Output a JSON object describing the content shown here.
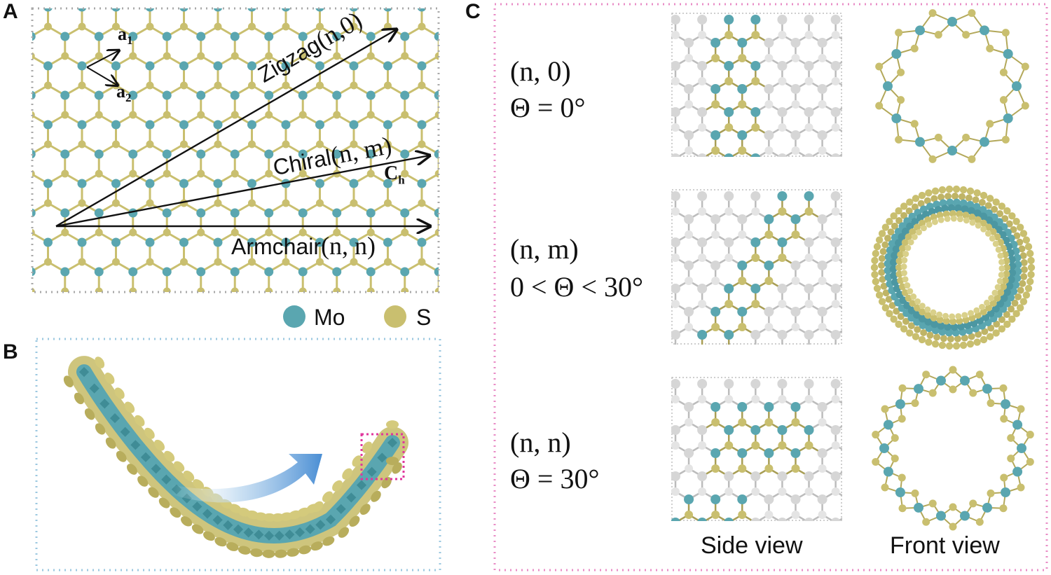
{
  "panels": {
    "a": {
      "letter": "A",
      "lattice_vectors": {
        "a1": "a",
        "a1_sub": "1",
        "a2": "a",
        "a2_sub": "2"
      },
      "vectors": {
        "zigzag": {
          "word": "Zigzag",
          "index": "(n,0)"
        },
        "chiral": {
          "word": "Chiral",
          "index": "(n, m)"
        },
        "ch": {
          "main": "C",
          "sub": "h"
        },
        "armchair": {
          "word": "Armchair",
          "index": "(n, n)"
        }
      },
      "legend": [
        {
          "label": "Mo",
          "color": "#5aa6b0"
        },
        {
          "label": "S",
          "color": "#c9bf6f"
        }
      ]
    },
    "b": {
      "letter": "B"
    },
    "c": {
      "letter": "C",
      "rows": [
        {
          "index": "(n, 0)",
          "angle": "Θ = 0°"
        },
        {
          "index": "(n, m)",
          "angle": "0 < Θ < 30°"
        },
        {
          "index": "(n, n)",
          "angle": "Θ = 30°"
        }
      ],
      "column_labels": {
        "side": "Side view",
        "front": "Front view"
      }
    }
  },
  "colors": {
    "mo": "#5aa6b0",
    "s": "#c9bf6f",
    "grey_atom": "#d6d6d6",
    "frame_grey": "#a9a9a9",
    "frame_blue": "#9cc8e0",
    "frame_pink": "#e98cc6",
    "arrow_blue": "#4a8ed4"
  }
}
